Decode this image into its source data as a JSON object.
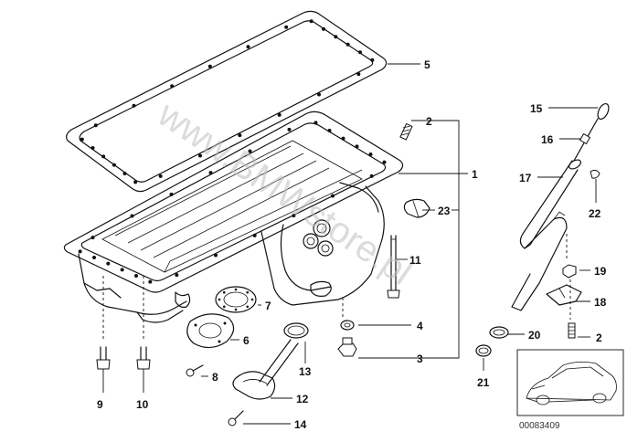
{
  "watermark": "www.BMWstore.pl",
  "image_reference": "00083409",
  "callouts": {
    "c1": "1",
    "c2a": "2",
    "c2b": "2",
    "c3": "3",
    "c4": "4",
    "c5": "5",
    "c6": "6",
    "c7": "7",
    "c8": "8",
    "c9": "9",
    "c10": "10",
    "c11": "11",
    "c12": "12",
    "c13": "13",
    "c14": "14",
    "c15": "15",
    "c16": "16",
    "c17": "17",
    "c18": "18",
    "c19": "19",
    "c20": "20",
    "c21": "21",
    "c22": "22",
    "c23": "23"
  }
}
